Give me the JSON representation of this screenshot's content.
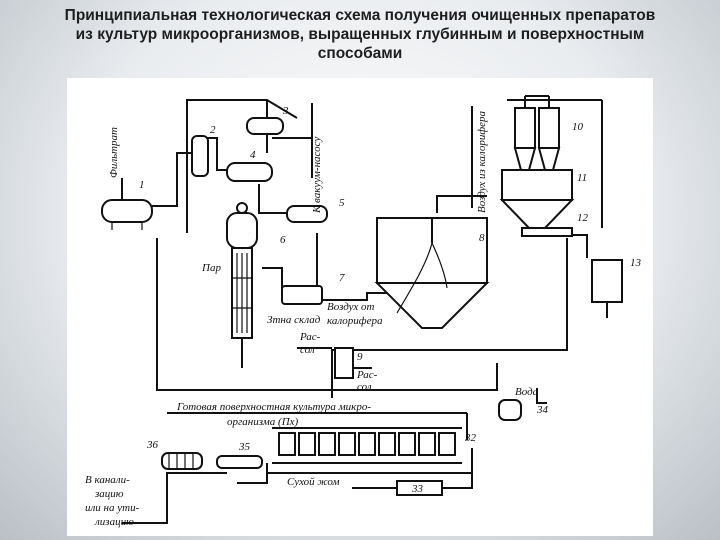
{
  "title": {
    "line1": "Принципиальная технологическая схема получения очищенных препаратов",
    "line2": "из культур микроорганизмов, выращенных глубинным и поверхностным",
    "line3": "способами"
  },
  "scheme": {
    "labels": {
      "filtrate": "Фильтрат",
      "to_vacuum_pump": "К вакуум-насосу",
      "air_from_heater_top": "Воздух из калорифера",
      "steam": "Пар",
      "water_warehouse": "Зтна склад",
      "air_from_heater_line1": "Воздух от",
      "air_from_heater_line2": "калорифера",
      "brine_in_line1": "Рас-",
      "brine_in_line2": "сол",
      "brine_out_line1": "Рас-",
      "brine_out_line2": "сол",
      "water": "Вода",
      "culture_line1": "Готовая поверхностная культура микро-",
      "culture_line2": "организма (Пх)",
      "dry_cake": "Сухой жом",
      "sewer_line1": "В канали-",
      "sewer_line2": "зацию",
      "sewer_line3": "или на ути-",
      "sewer_line4": "лизацию"
    },
    "numbers": {
      "n1": "1",
      "n2": "2",
      "n3": "3",
      "n4": "4",
      "n5": "5",
      "n6": "6",
      "n7": "7",
      "n8": "8",
      "n9": "9",
      "n10": "10",
      "n11": "11",
      "n12": "12",
      "n13": "13",
      "n32": "32",
      "n33": "33",
      "n34": "34",
      "n35": "35",
      "n36": "36"
    }
  }
}
